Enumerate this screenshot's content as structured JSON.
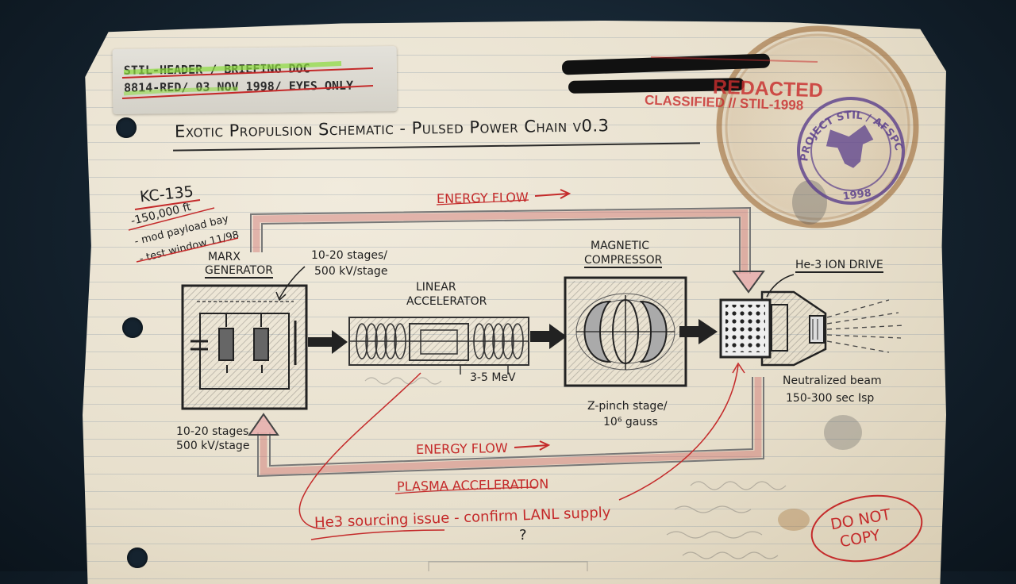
{
  "header_label": {
    "line1": "STIL-HEADER / BRIEFING DOC",
    "line2": "8814-RED/ 03 NOV 1998/ EYES ONLY"
  },
  "title": "Exotic Propulsion Schematic - Pulsed Power Chain v0.3",
  "stamp": {
    "line1": "REDACTED",
    "line2": "CLASSIFIED // STIL-1998"
  },
  "seal": {
    "ring_text": "PROJECT STIL / AFSPC",
    "year": "1998"
  },
  "margin_note": {
    "title": "KC-135",
    "lines": [
      "-150,000 ft",
      "- mod payload bay",
      "- test window 11/98"
    ]
  },
  "energy_flow_top": "ENERGY FLOW",
  "energy_flow_bottom": "ENERGY FLOW",
  "plasma_acceleration": "PLASMA ACCELERATION",
  "components": {
    "marx": {
      "label_line1": "MARX",
      "label_line2": "GENERATOR",
      "annotation_line1": "10-20 stages/",
      "annotation_line2": "500 kV/stage",
      "bottom_line1": "10-20 stages",
      "bottom_line2": "500 kV/stage"
    },
    "linac": {
      "label_line1": "LINEAR",
      "label_line2": "ACCELERATOR",
      "energy": "3-5 MeV"
    },
    "compressor": {
      "label_line1": "MAGNETIC",
      "label_line2": "COMPRESSOR",
      "note_line1": "Z-pinch stage/",
      "note_line2": "10⁶ gauss"
    },
    "drive": {
      "label": "He-3 ION DRIVE",
      "note_line1": "Neutralized beam",
      "note_line2": "150-300 sec Isp"
    }
  },
  "red_notes": {
    "sourcing": "He3 sourcing issue - confirm LANL supply",
    "question": "?",
    "do_not_copy_line1": "DO NOT",
    "do_not_copy_line2": "COPY"
  },
  "colors": {
    "ink": "#1f1f1f",
    "red_ink": "#c42a2a",
    "seal_purple": "#5a3f8c",
    "paper": "#ece5d3"
  }
}
